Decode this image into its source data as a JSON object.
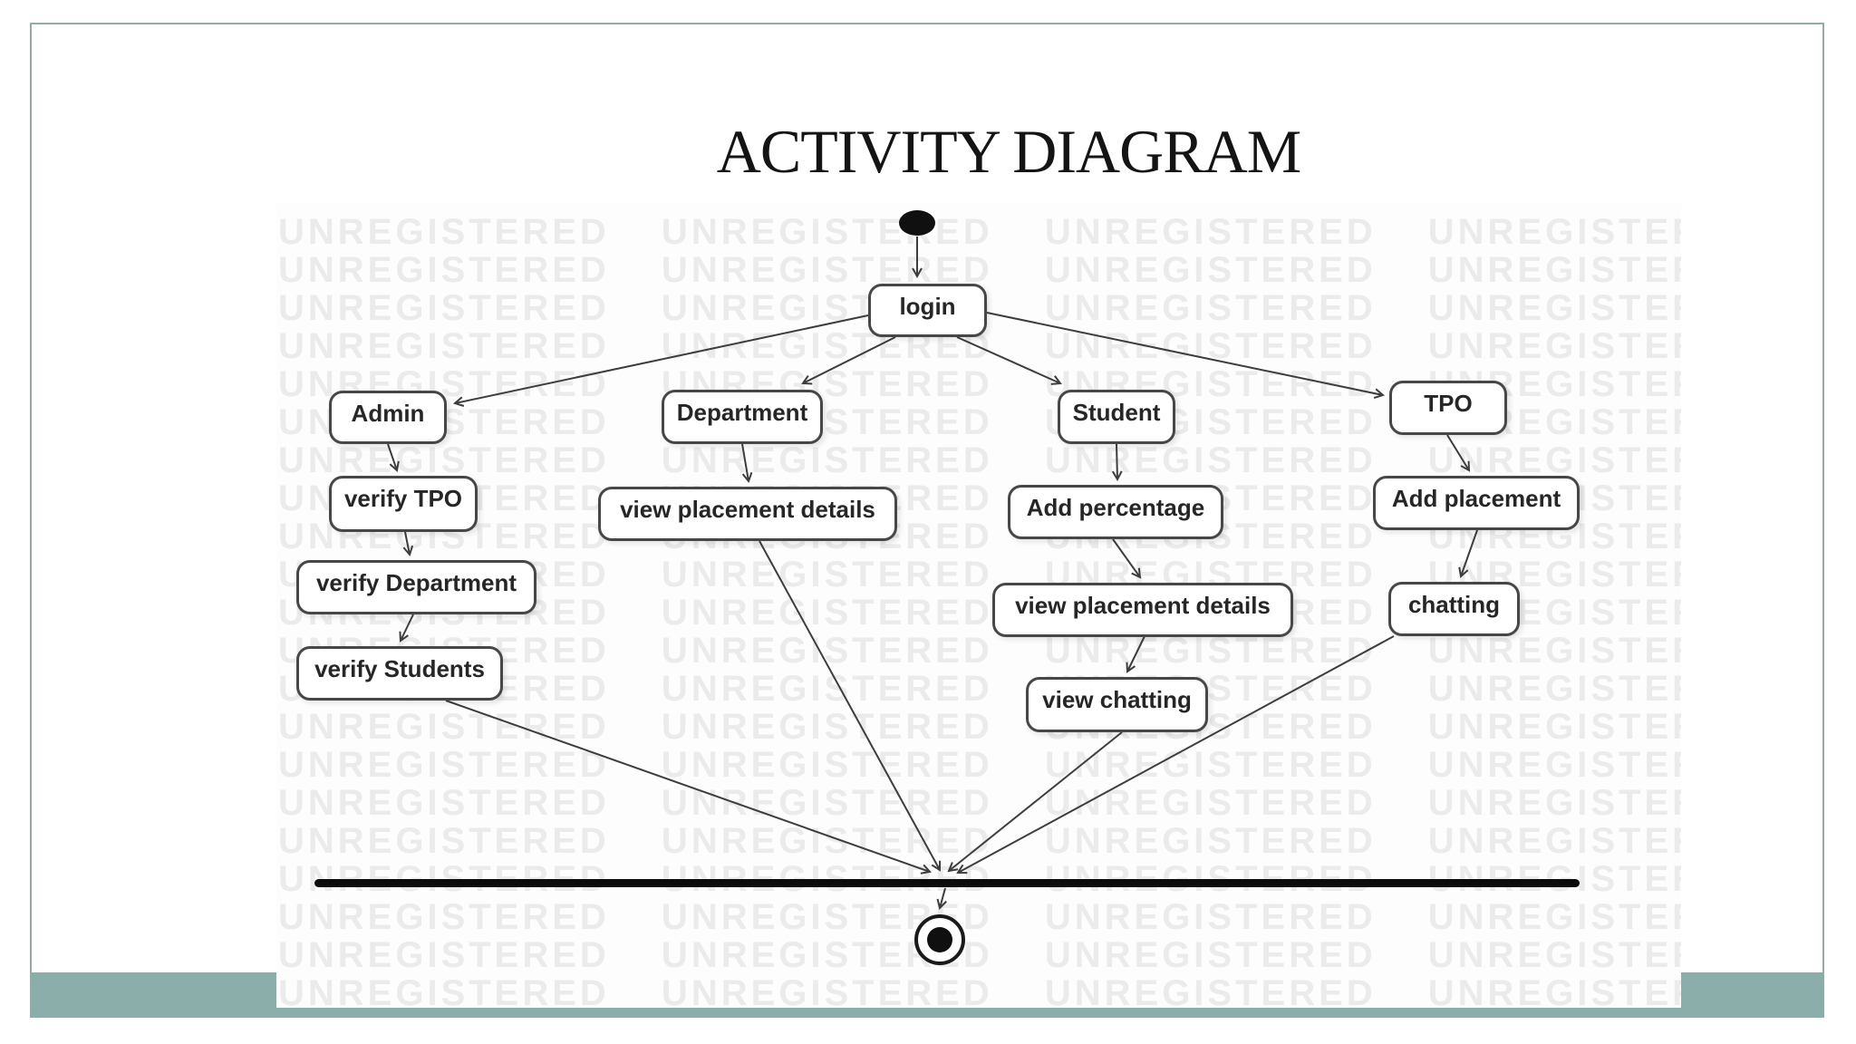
{
  "slide": {
    "title": "ACTIVITY DIAGRAM",
    "accent_teal": "#8caeab",
    "slide_border_color": "#95aba8",
    "diagram_line_color": "#3d3d3d",
    "watermark_color": "#ebebeb"
  },
  "watermark": {
    "word": "UNREGISTERED",
    "repeats_per_row": 4,
    "rows": 21
  },
  "diagram": {
    "start_node": "initial-state-filled-circle",
    "end_node": "final-state-bullseye",
    "join_bar": "synchronization-bar",
    "nodes": [
      {
        "id": "login",
        "label": "login"
      },
      {
        "id": "admin",
        "label": "Admin"
      },
      {
        "id": "department",
        "label": "Department"
      },
      {
        "id": "student",
        "label": "Student"
      },
      {
        "id": "tpo",
        "label": "TPO"
      },
      {
        "id": "verify-tpo",
        "label": "verify TPO"
      },
      {
        "id": "view-placement-details-department",
        "label": "view placement details"
      },
      {
        "id": "add-percentage",
        "label": "Add percentage"
      },
      {
        "id": "add-placement",
        "label": "Add placement"
      },
      {
        "id": "verify-department",
        "label": "verify Department"
      },
      {
        "id": "view-placement-details-student",
        "label": "view placement details"
      },
      {
        "id": "chatting",
        "label": "chatting"
      },
      {
        "id": "verify-students",
        "label": "verify Students"
      },
      {
        "id": "view-chatting",
        "label": "view chatting"
      }
    ],
    "edges": [
      {
        "from": "start",
        "to": "login"
      },
      {
        "from": "login",
        "to": "admin"
      },
      {
        "from": "login",
        "to": "department"
      },
      {
        "from": "login",
        "to": "student"
      },
      {
        "from": "login",
        "to": "tpo"
      },
      {
        "from": "admin",
        "to": "verify-tpo"
      },
      {
        "from": "verify-tpo",
        "to": "verify-department"
      },
      {
        "from": "verify-department",
        "to": "verify-students"
      },
      {
        "from": "department",
        "to": "view-placement-details-department"
      },
      {
        "from": "student",
        "to": "add-percentage"
      },
      {
        "from": "add-percentage",
        "to": "view-placement-details-student"
      },
      {
        "from": "view-placement-details-student",
        "to": "view-chatting"
      },
      {
        "from": "tpo",
        "to": "add-placement"
      },
      {
        "from": "add-placement",
        "to": "chatting"
      },
      {
        "from": "verify-students",
        "to": "join-bar"
      },
      {
        "from": "view-placement-details-department",
        "to": "join-bar"
      },
      {
        "from": "view-chatting",
        "to": "join-bar"
      },
      {
        "from": "chatting",
        "to": "join-bar"
      },
      {
        "from": "join-bar",
        "to": "end"
      }
    ]
  }
}
